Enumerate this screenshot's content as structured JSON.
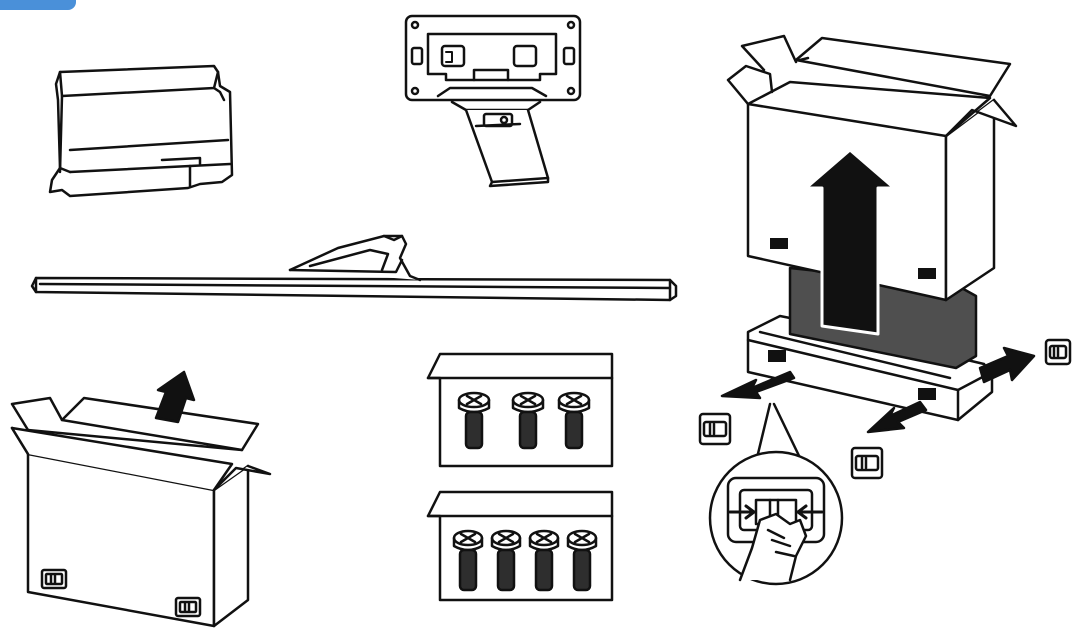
{
  "colors": {
    "background": "#ffffff",
    "stroke": "#111111",
    "accent_tab": "#4a90d9",
    "styrofoam_fill": "#4f4f4f",
    "screw_thread": "#2e2e2e"
  },
  "components": {
    "stand_neck": {
      "icon": "stand-neck-icon"
    },
    "stand_bracket": {
      "icon": "wall-bracket-with-neck-icon"
    },
    "stand_base_bar": {
      "icon": "stand-base-bar-icon"
    },
    "screw_pack_small": {
      "icon": "screw-pack-icon",
      "screw_count": 3
    },
    "screw_pack_large": {
      "icon": "screw-pack-icon",
      "screw_count": 4
    }
  },
  "unpacking": {
    "lift_box_icon": "lift-box-up-arrow-icon",
    "styrofoam_icon": "styrofoam-base-icon",
    "clip_release_icon": "hand-squeeze-clip-icon",
    "clip_icon": "box-clip-icon",
    "clip_count": 4
  },
  "closed_box": {
    "icon": "open-box-with-up-arrow-icon",
    "handle_icon": "carry-handle-icon",
    "handle_count": 2
  }
}
